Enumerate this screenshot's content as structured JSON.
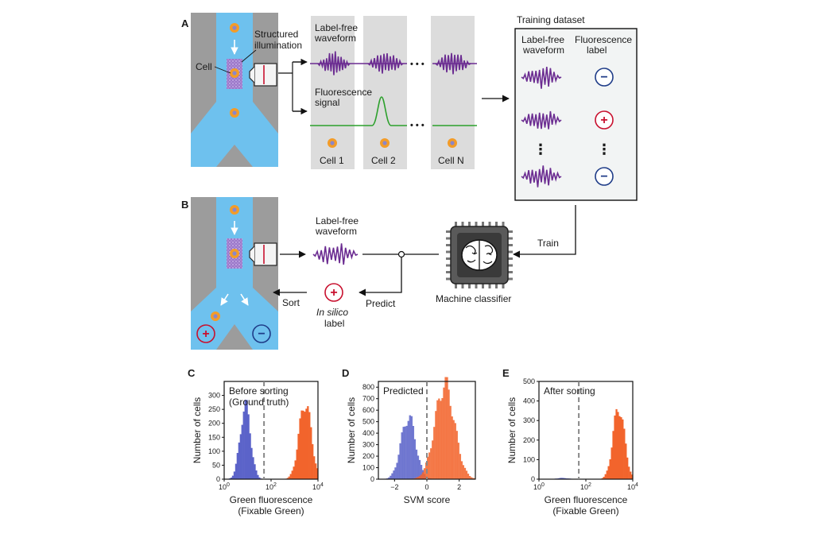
{
  "panels": {
    "A": {
      "letter": "A",
      "cell_label": "Cell",
      "structured_illumination": [
        "Structured",
        "illumination"
      ],
      "label_free_waveform": [
        "Label-free",
        "waveform"
      ],
      "fluorescence_signal": [
        "Fluorescence",
        "signal"
      ],
      "cells": [
        "Cell 1",
        "Cell 2",
        "Cell N"
      ],
      "ellipsis": "• • •",
      "training_dataset": {
        "title": "Training dataset",
        "col1": [
          "Label-free",
          "waveform"
        ],
        "col2": [
          "Fluorescence",
          "label"
        ],
        "rows": [
          "−",
          "+",
          "−"
        ],
        "vdots": "⋮"
      }
    },
    "B": {
      "letter": "B",
      "label_free_waveform": [
        "Label-free",
        "waveform"
      ],
      "train": "Train",
      "predict": "Predict",
      "sort": "Sort",
      "machine_classifier": "Machine classifier",
      "in_silico": "In silico",
      "label": "label",
      "plus": "+",
      "minus": "−"
    }
  },
  "colors": {
    "channel_blue": "#6ec1ee",
    "device_gray": "#9c9c9c",
    "waveform_purple": "#6b2c91",
    "fluor_green": "#2ca02c",
    "positive_red": "#c8102e",
    "negative_blue": "#1f3c88",
    "hist_blue": "#5b63c9",
    "hist_orange": "#f2642c",
    "cell_orange": "#f39c28"
  },
  "chart_data": [
    {
      "type": "histogram",
      "letter": "C",
      "annotation": [
        "Before sorting",
        "(Ground truth)"
      ],
      "xlabel": [
        "Green fluorescence",
        "(Fixable Green)"
      ],
      "ylabel": "Number of cells",
      "xscale": "log",
      "xlim": [
        1,
        10000
      ],
      "ylim": [
        0,
        350
      ],
      "yticks": [
        0,
        50,
        100,
        150,
        200,
        250,
        300
      ],
      "xticks": [
        "10^0",
        "10^2",
        "10^4"
      ],
      "threshold": 50,
      "series": [
        {
          "color": "blue",
          "center_log": 0.9,
          "sigma_log": 0.22,
          "peak": 265
        },
        {
          "color": "orange",
          "center_log": 3.45,
          "sigma_log": 0.26,
          "peak": 275
        }
      ]
    },
    {
      "type": "histogram",
      "letter": "D",
      "annotation": [
        "Predicted"
      ],
      "xlabel": [
        "SVM score"
      ],
      "ylabel": "Number of cells",
      "xscale": "linear",
      "xlim": [
        -3,
        3
      ],
      "ylim": [
        0,
        850
      ],
      "yticks": [
        0,
        100,
        200,
        300,
        400,
        500,
        600,
        700,
        800
      ],
      "xticks": [
        "−2",
        "0",
        "2"
      ],
      "threshold": 0,
      "series": [
        {
          "color": "blue",
          "center": -1.15,
          "sigma": 0.45,
          "peak": 540
        },
        {
          "color": "orange",
          "center": 1.1,
          "sigma": 0.6,
          "peak": 820
        }
      ]
    },
    {
      "type": "histogram",
      "letter": "E",
      "annotation": [
        "After sorting"
      ],
      "xlabel": [
        "Green fluorescence",
        "(Fixable Green)"
      ],
      "ylabel": "Number of cells",
      "xscale": "log",
      "xlim": [
        1,
        10000
      ],
      "ylim": [
        0,
        500
      ],
      "yticks": [
        0,
        100,
        200,
        300,
        400,
        500
      ],
      "xticks": [
        "10^0",
        "10^2",
        "10^4"
      ],
      "threshold": 50,
      "series": [
        {
          "color": "blue",
          "center_log": 1.0,
          "sigma_log": 0.25,
          "peak": 6
        },
        {
          "color": "orange",
          "center_log": 3.4,
          "sigma_log": 0.24,
          "peak": 370
        }
      ]
    }
  ]
}
